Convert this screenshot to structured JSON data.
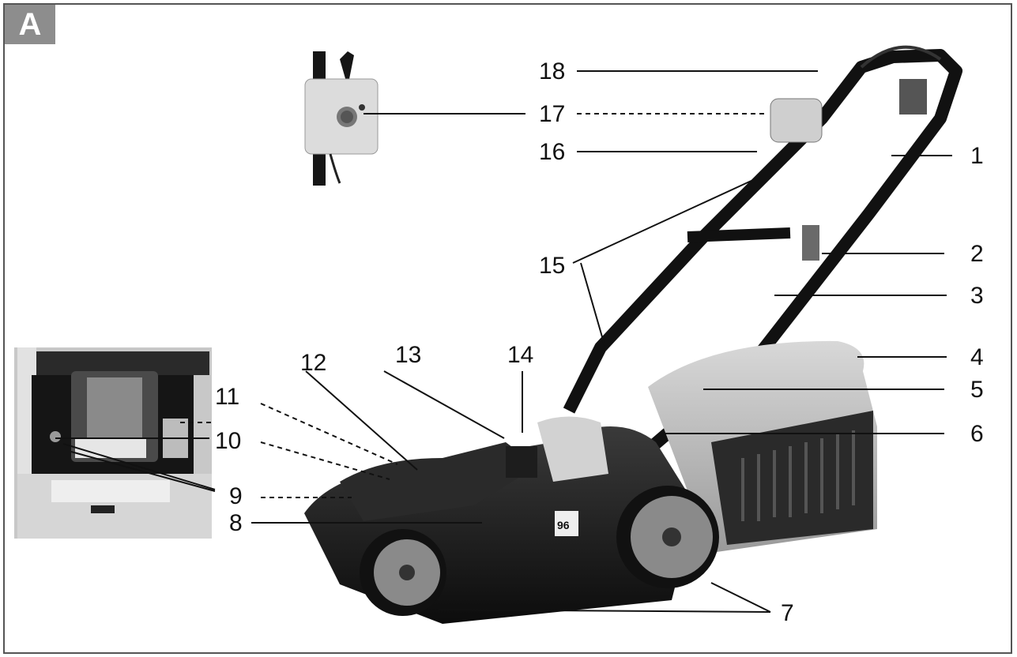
{
  "panel_letter": "A",
  "callouts": [
    "1",
    "2",
    "3",
    "4",
    "5",
    "6",
    "7",
    "8",
    "9",
    "10",
    "11",
    "12",
    "13",
    "14",
    "15",
    "16",
    "17",
    "18"
  ],
  "badge": {
    "value": "96"
  },
  "colors": {
    "label_bg": "#8d8d8d",
    "frame": "#555555"
  },
  "icons": [
    "switch-box-inset-image",
    "battery-compartment-inset-image",
    "lawnmower-image"
  ]
}
